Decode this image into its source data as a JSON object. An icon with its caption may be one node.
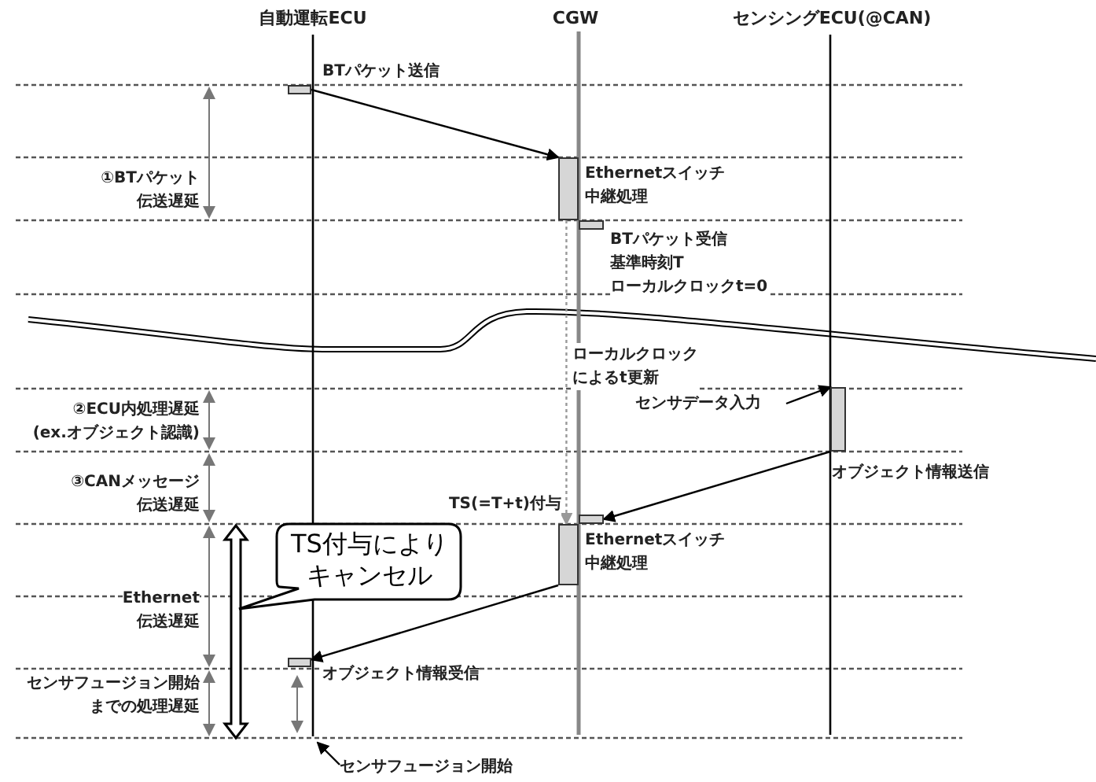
{
  "diagram": {
    "nodes": [
      {
        "text": [
          "自動運転ECU"
        ]
      },
      {
        "text": [
          "CGW"
        ]
      },
      {
        "text": [
          "センシングECU(@CAN)"
        ]
      },
      {
        "text": [],
        "shape": "box",
        "beside": [
          "BTパケット送信"
        ]
      },
      {
        "text": [],
        "shape": "box",
        "beside": [
          "Ethernetスイッチ中継処理"
        ]
      },
      {
        "text": [],
        "shape": "box",
        "beside": [
          "BTパケット受信基準時刻Tローカルクロックt=0"
        ]
      },
      {
        "text": [],
        "shape": "box",
        "beside": [
          "オブジェクト情報送信"
        ]
      },
      {
        "text": [
          "センサデータ入力"
        ]
      },
      {
        "text": [],
        "shape": "box",
        "beside": [
          "TS(=T+t)付与"
        ]
      },
      {
        "text": [],
        "shape": "box",
        "beside": [
          "Ethernetスイッチ中継処理"
        ]
      },
      {
        "text": [],
        "shape": "box",
        "beside": [
          "オブジェクト情報受信"
        ]
      },
      {
        "text": [
          "センサフュージョン開始"
        ]
      },
      {
        "text": [
          "TS付与によりキャンセル"
        ]
      }
    ],
    "edges": [
      {
        "from": 3,
        "to": 4,
        "arrow": "to"
      },
      {
        "from": 4,
        "to": 9,
        "arrow": "to",
        "style": "dashed",
        "color": "#999999",
        "label": "ローカルクロックによるt更新"
      },
      {
        "from": 7,
        "to": 6,
        "arrow": "to"
      },
      {
        "from": 6,
        "to": 8,
        "arrow": "to"
      },
      {
        "from": 9,
        "to": 10,
        "arrow": "to"
      },
      {
        "from": 11,
        "to": null,
        "arrow": "to"
      }
    ],
    "labels": [
      "①BTパケット伝送遅延",
      "②ECU内処理遅延(ex.オブジェクト認識)",
      "③CANメッセージ伝送遅延",
      "Ethernet伝送遅延",
      "センサフュージョン開始までの処理遅延"
    ]
  }
}
